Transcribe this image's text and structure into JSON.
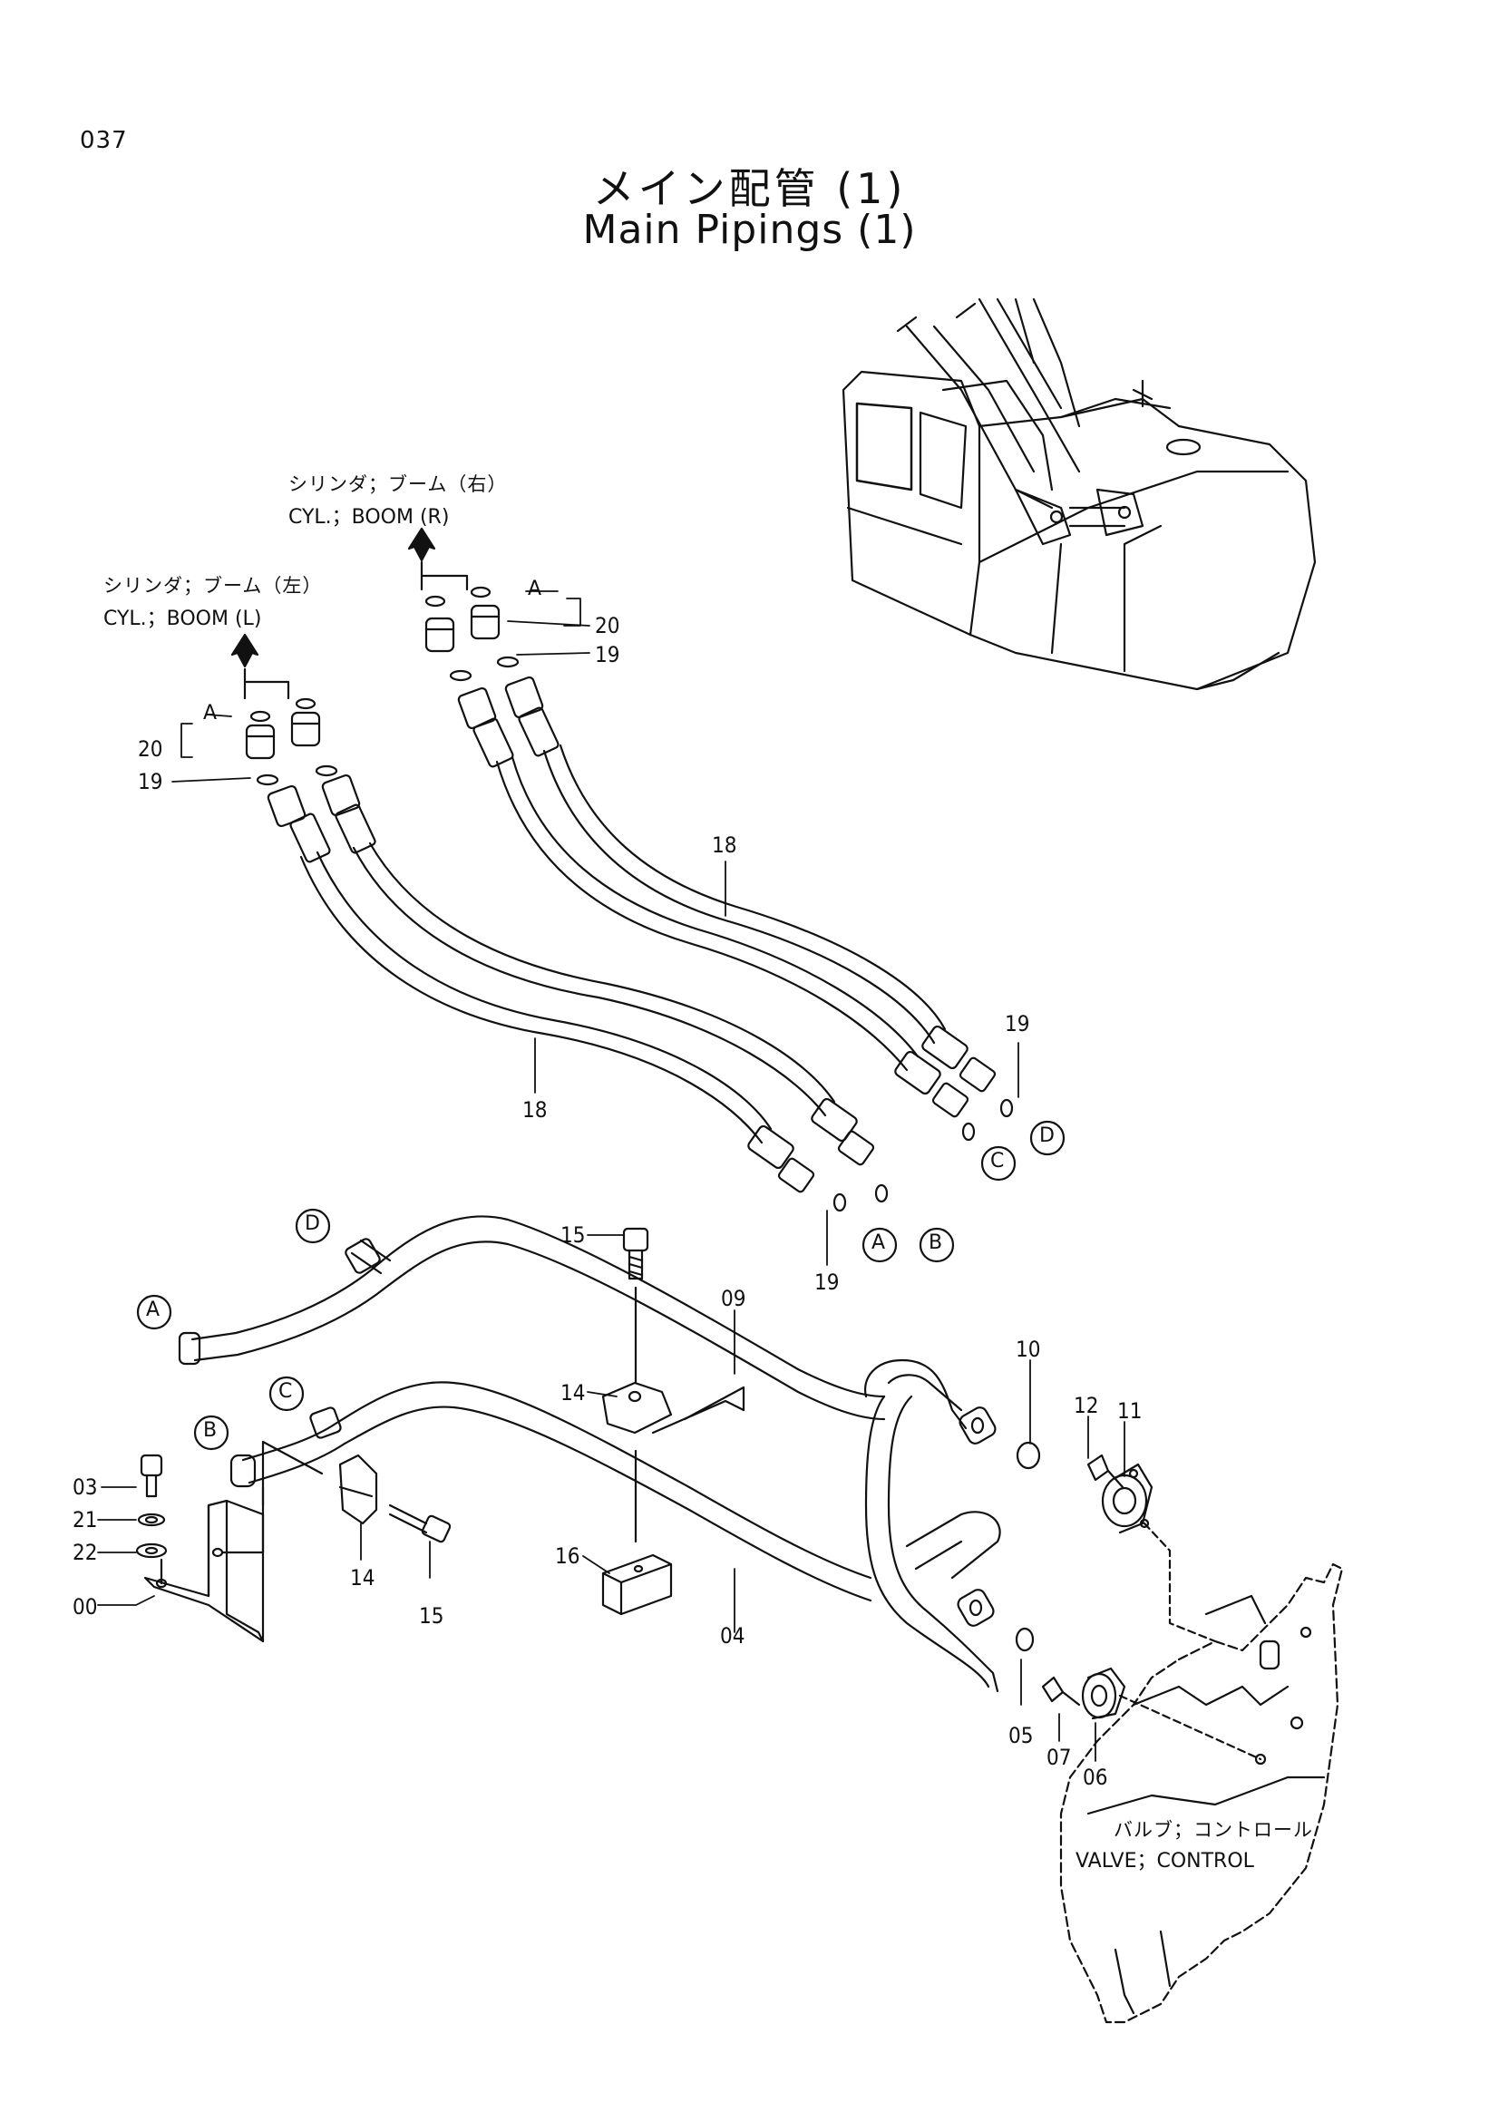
{
  "page_number": "037",
  "title": {
    "jp": "メイン配管 (1)",
    "en": "Main Pipings (1)"
  },
  "labels": {
    "boom_r_jp": "シリンダ；ブーム（右）",
    "boom_r_en": "CYL.；BOOM (R)",
    "boom_l_jp": "シリンダ；ブーム（左）",
    "boom_l_en": "CYL.；BOOM (L)",
    "valve_jp": "バルブ；コントロール",
    "valve_en": "VALVE；CONTROL"
  },
  "connection_letters": [
    "A",
    "B",
    "C",
    "D"
  ],
  "part_numbers": {
    "n00": "00",
    "n03": "03",
    "n04": "04",
    "n05": "05",
    "n06": "06",
    "n07": "07",
    "n09": "09",
    "n10": "10",
    "n11": "11",
    "n12": "12",
    "n14": "14",
    "n15": "15",
    "n16": "16",
    "n18": "18",
    "n19": "19",
    "n20": "20",
    "n21": "21",
    "n22": "22"
  }
}
